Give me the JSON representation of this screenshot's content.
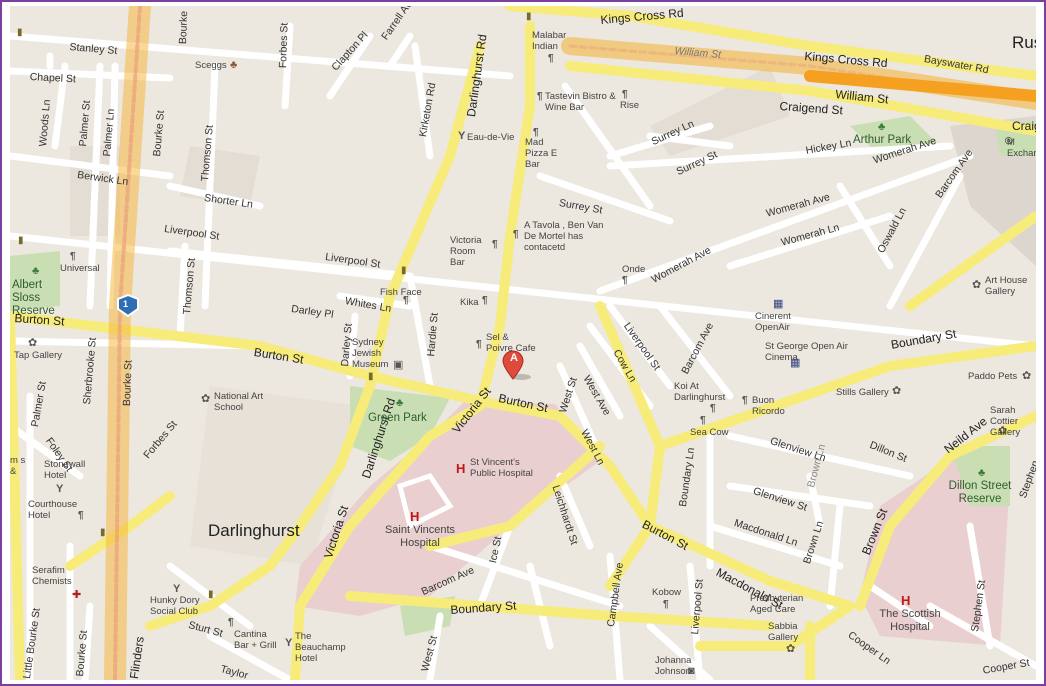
{
  "map": {
    "suburb": "Darlinghurst",
    "route_shield": "1",
    "marker_letter": "A",
    "colors": {
      "land": "#ece7df",
      "road_minor": "#ffffff",
      "road_major": "#f7ec7a",
      "road_highway": "#f5b842",
      "park": "#c9dfb3",
      "hospital": "#e9cfcf",
      "border": "#7b3fa0",
      "marker": "#e04a3a"
    },
    "streets": {
      "kings_cross_rd_a": "Kings Cross Rd",
      "kings_cross_rd_b": "Kings Cross Rd",
      "william_st_a": "William St",
      "william_st_b": "William St",
      "bayswater_rd": "Bayswater Rd",
      "craigend_st": "Craigend St",
      "craig_partial": "Craig",
      "rus_partial": "Rus",
      "stanley_st": "Stanley St",
      "chapel_st": "Chapel St",
      "clapton_pl": "Clapton Pl",
      "farrell_ave": "Farrell Ave",
      "forbes_st_top": "Forbes St",
      "bourke_top": "Bourke",
      "darlinghurst_rd_top": "Darlinghurst Rd",
      "kirketon_rd": "Kirketon Rd",
      "woods_ln": "Woods Ln",
      "palmer_st_a": "Palmer St",
      "palmer_ln": "Palmer Ln",
      "bourke_st_a": "Bourke St",
      "thomson_st_a": "Thomson St",
      "berwick_ln": "Berwick Ln",
      "shorter_ln": "Shorter Ln",
      "hickey_ln": "Hickey Ln",
      "womerah_ave_a": "Womerah Ave",
      "surrey_ln": "Surrey Ln",
      "surrey_st_a": "Surrey St",
      "surrey_st_b": "Surrey St",
      "liverpool_st_a": "Liverpool St",
      "liverpool_st_b": "Liverpool St",
      "womerah_ave_b": "Womerah Ave",
      "womerah_ave_c": "Womerah Ave",
      "womerah_ln": "Womerah Ln",
      "barcom_ave_a": "Barcom Ave",
      "oswald_ln": "Oswald Ln",
      "thomson_st_b": "Thomson St",
      "whites_ln": "Whites Ln",
      "darley_pl": "Darley Pl",
      "hardie_st": "Hardie St",
      "burton_st_a": "Burton St",
      "burton_st_b": "Burton St",
      "darley_st": "Darley St",
      "sherbrooke_st": "Sherbrooke St",
      "bourke_st_b": "Bourke St",
      "liverpool_st_c": "Liverpool St",
      "barcom_ave_b": "Barcom Ave",
      "boundary_st_a": "Boundary St",
      "darlinghurst_rd_b": "Darlinghurst Rd",
      "victoria_st_a": "Victoria St",
      "burton_st_c": "Burton St",
      "west_st_a": "West St",
      "west_ave": "West Ave",
      "cow_ln": "Cow Ln",
      "palmer_st_b": "Palmer St",
      "foley_st": "Foley St",
      "forbes_st_b": "Forbes St",
      "west_ln": "West Ln",
      "glenview_ln": "Glenview Ln",
      "dillon_st": "Dillon St",
      "neild_ave": "Neild Ave",
      "brown_ln_a": "Brown Ln",
      "victoria_st_b": "Victoria St",
      "boundary_ln": "Boundary Ln",
      "glenview_st": "Glenview St",
      "leichhardt_st": "Leichhardt St",
      "burton_st_d": "Burton St",
      "macdonald_ln": "Macdonald Ln",
      "brown_ln_b": "Brown Ln",
      "brown_st": "Brown St",
      "stephen_partial": "Stephen",
      "ice_st": "Ice St",
      "barcom_ave_c": "Barcom Ave",
      "campbell_ave": "Campbell Ave",
      "liverpool_st_d": "Liverpool St",
      "macdonald_st": "Macdonald St",
      "boundary_st_b": "Boundary St",
      "cooper_ln": "Cooper Ln",
      "stephen_st": "Stephen St",
      "sturt_st": "Sturt St",
      "little_bourke_st": "Little Bourke St",
      "bourke_st_c": "Bourke St",
      "flinders": "Flinders",
      "taylor_partial": "Taylor",
      "west_st_b": "West St",
      "cooper_st": "Cooper St"
    },
    "places": {
      "sceggs": "Sceggs",
      "malabar": "Malabar Indian",
      "tastevin": "Tastevin Bistro & Wine Bar",
      "rise": "Rise",
      "eau_de_vie": "Eau-de-Vie",
      "mad_pizza": "Mad Pizza E Bar",
      "arthur_park": "Arthur Park",
      "mexchan": "M Exchan",
      "a_tavola": "A Tavola , Ben Van De Mortel has contacetd",
      "victoria_room": "Victoria Room Bar",
      "universal": "Universal",
      "albert_sloss": "Albert Sloss Reserve",
      "onde": "Onde",
      "art_house": "Art House Gallery",
      "fish_face": "Fish Face",
      "kika": "Kika",
      "cinerent": "Cinerent OpenAir",
      "sel_poivre": "Sel & Poivre Cafe",
      "tap_gallery": "Tap Gallery",
      "sydney_jewish": "Sydney Jewish Museum",
      "st_george": "St George Open Air Cinema",
      "paddo_pets": "Paddo Pets",
      "national_art": "National Art School",
      "koi": "Koi At Darlinghurst",
      "buon": "Buon Ricordo",
      "stills": "Stills Gallery",
      "green_park": "Green Park",
      "sarah_cottier": "Sarah Cottier Gallery",
      "sea_cow": "Sea Cow",
      "st_vincents_public": "St Vincent's Public Hospital",
      "m_s": "m s &",
      "stonewall": "Stonewall Hotel",
      "dillon_reserve": "Dillon Street Reserve",
      "courthouse": "Courthouse Hotel",
      "saint_vincents": "Saint Vincents Hospital",
      "serafim": "Serafim Chemists",
      "hunky_dory": "Hunky Dory Social Club",
      "kobow": "Kobow",
      "presbyterian": "Presbyterian Aged Care",
      "scottish": "The Scottish Hospital",
      "cantina": "Cantina Bar + Grill",
      "beauchamp": "The Beauchamp Hotel",
      "sabbia": "Sabbia Gallery",
      "johanna": "Johanna Johnson"
    }
  }
}
